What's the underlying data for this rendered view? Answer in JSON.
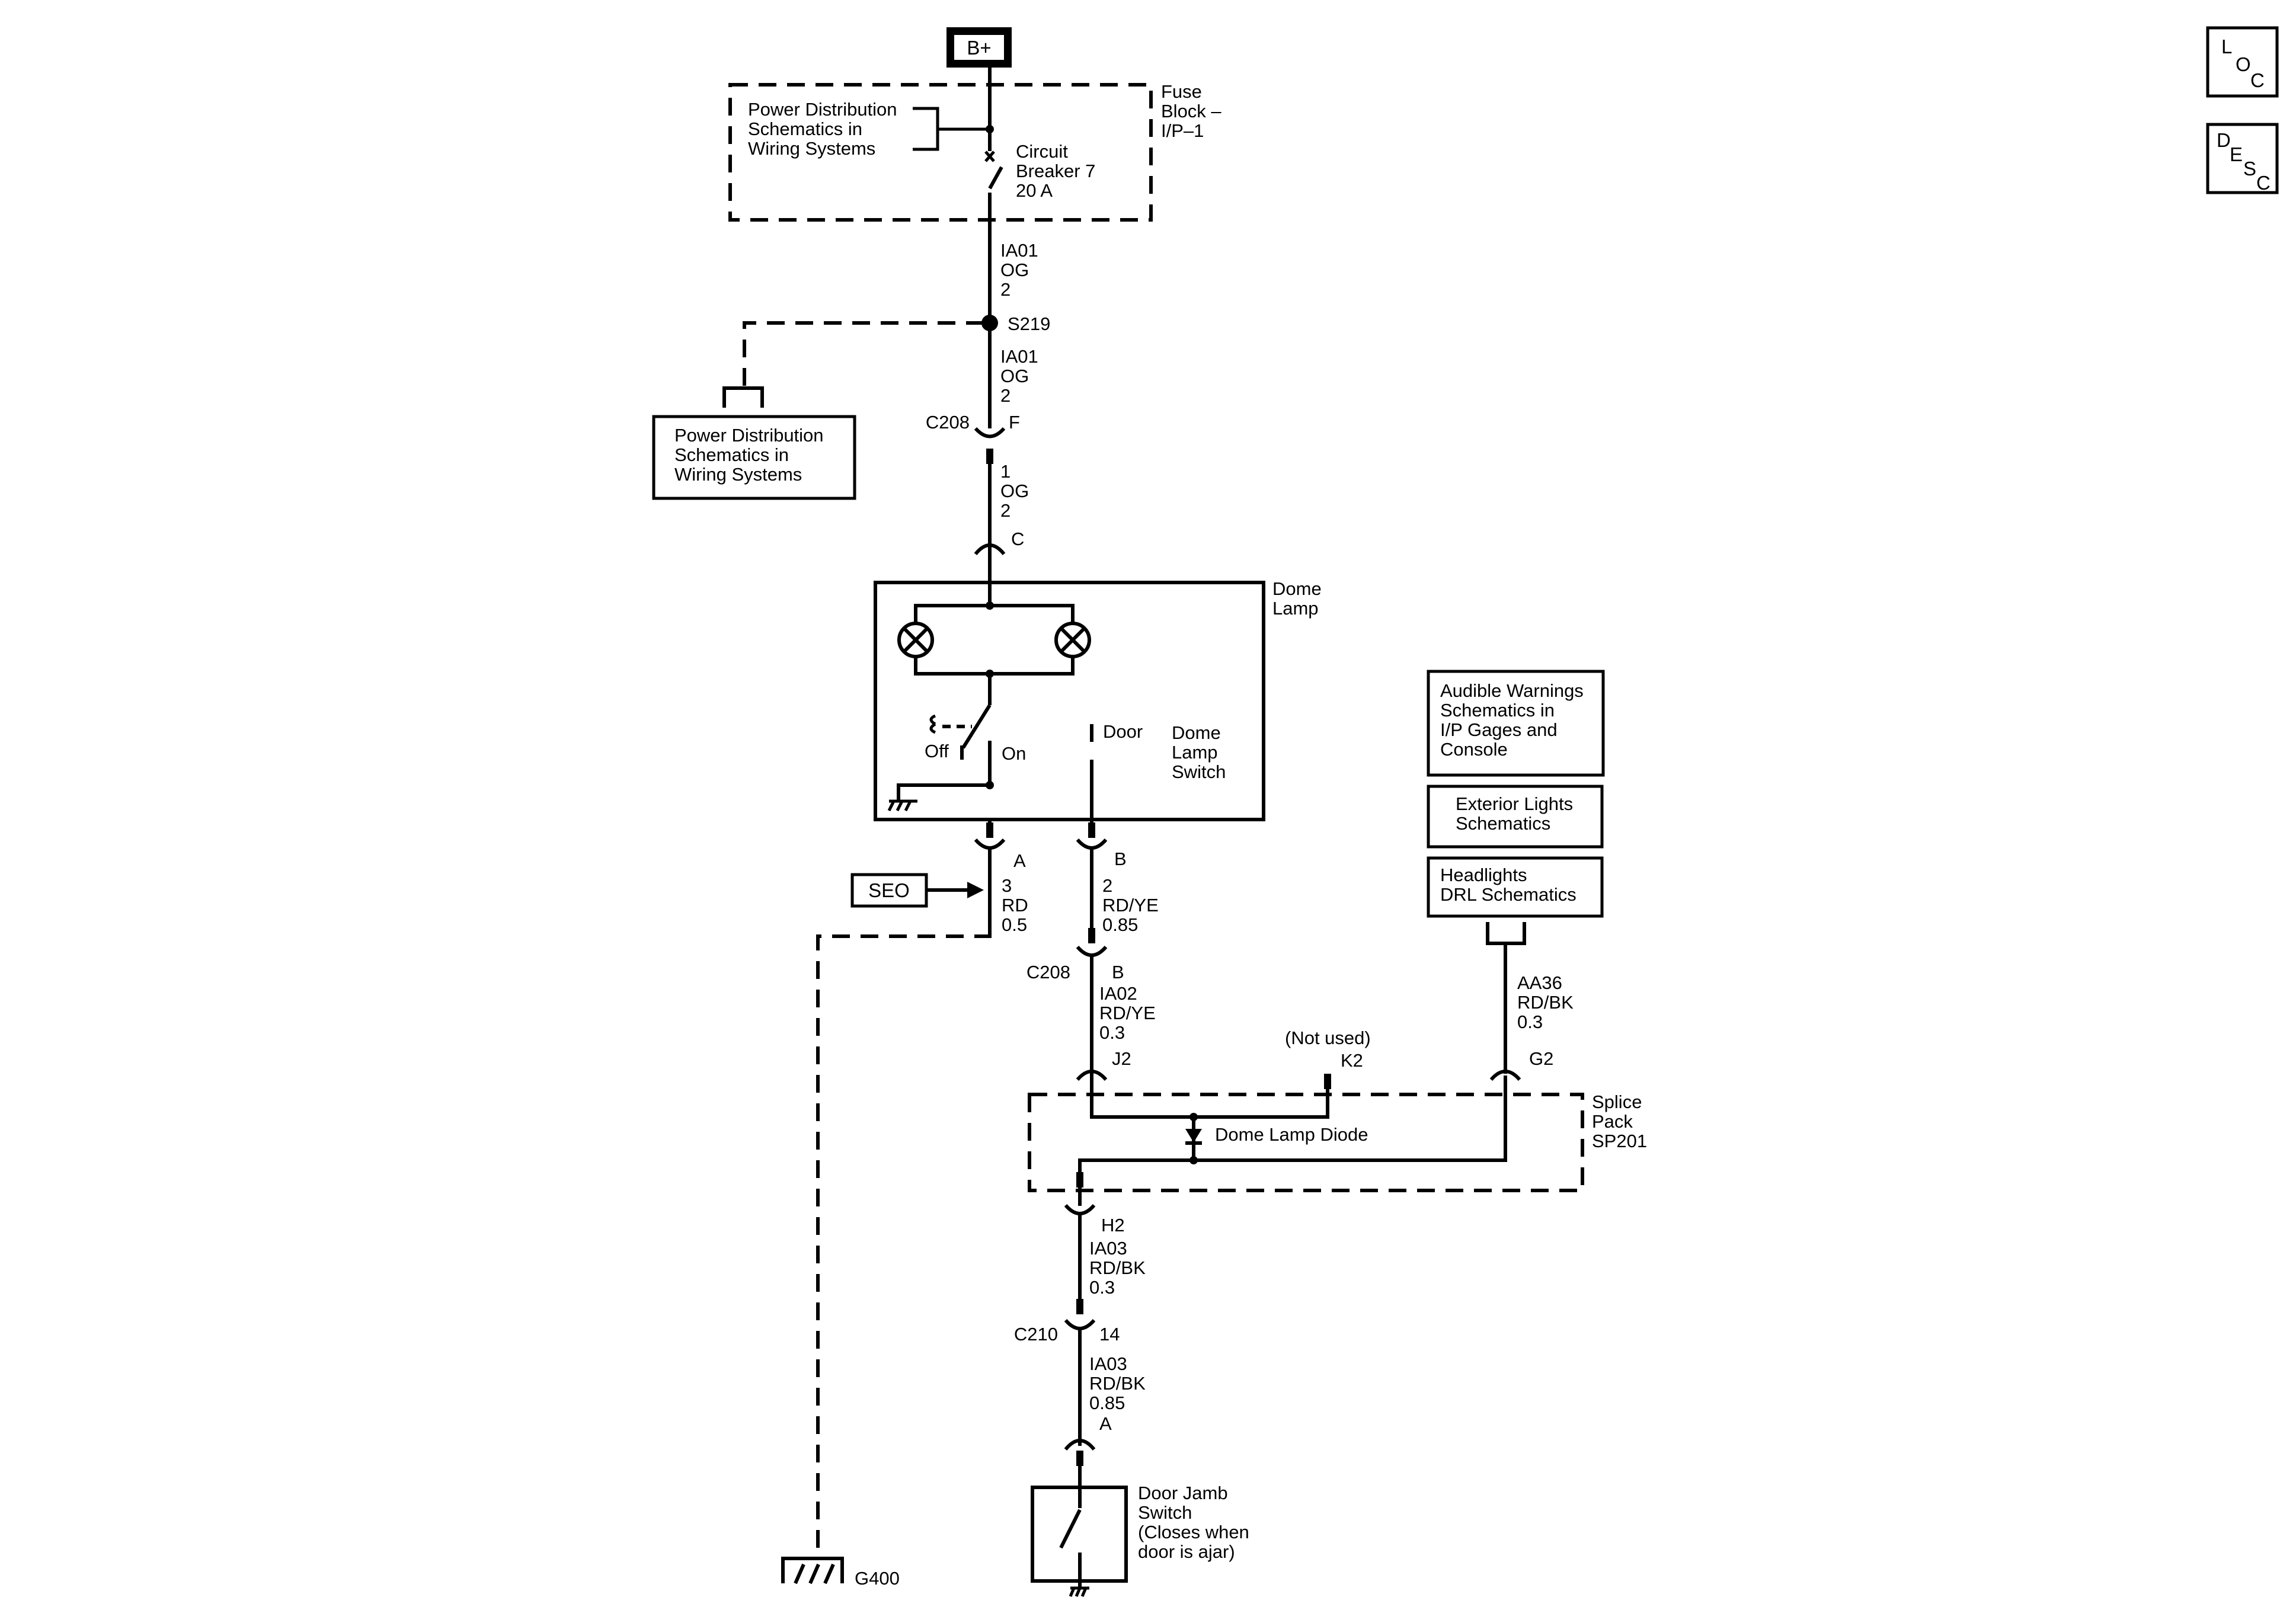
{
  "corner_buttons": {
    "loc": [
      "L",
      "O",
      "C"
    ],
    "desc": [
      "D",
      "E",
      "S",
      "C"
    ]
  },
  "power": {
    "battery": "B+"
  },
  "fuse_block": {
    "name_lines": [
      "Fuse",
      "Block –",
      "I/P–1"
    ],
    "ref_lines": [
      "Power Distribution",
      "Schematics in",
      "Wiring Systems"
    ],
    "breaker_lines": [
      "Circuit",
      "Breaker 7",
      "20 A"
    ]
  },
  "splice_s219": {
    "name": "S219",
    "wire_above": [
      "IA01",
      "OG",
      "2"
    ],
    "wire_below": [
      "IA01",
      "OG",
      "2"
    ],
    "ref_lines": [
      "Power Distribution",
      "Schematics in",
      "Wiring Systems"
    ]
  },
  "connector_c208_top": {
    "name": "C208",
    "pin": "F",
    "wire": [
      "1",
      "OG",
      "2"
    ],
    "pin_c": "C"
  },
  "dome_lamp": {
    "name_lines": [
      "Dome",
      "Lamp"
    ],
    "switch_lines": [
      "Dome",
      "Lamp",
      "Switch"
    ],
    "pos_off": "Off",
    "pos_on": "On",
    "pos_door": "Door"
  },
  "pin_a": {
    "pin": "A",
    "wire": [
      "3",
      "RD",
      "0.5"
    ]
  },
  "pin_b": {
    "pin": "B",
    "wire": [
      "2",
      "RD/YE",
      "0.85"
    ]
  },
  "seo": "SEO",
  "connector_c208_bottom": {
    "name": "C208",
    "pin": "B",
    "wire": [
      "IA02",
      "RD/YE",
      "0.3"
    ]
  },
  "splice_pack": {
    "name_lines": [
      "Splice",
      "Pack",
      "SP201"
    ],
    "pin_j2": "J2",
    "pin_k2": "K2",
    "not_used": "(Not used)",
    "pin_g2": "G2",
    "pin_h2": "H2",
    "diode": "Dome Lamp Diode"
  },
  "refs_right": {
    "audible": [
      "Audible Warnings",
      "Schematics in",
      "I/P Gages and",
      "Console"
    ],
    "exterior": [
      "Exterior Lights",
      "Schematics"
    ],
    "headlights": [
      "Headlights",
      "DRL Schematics"
    ],
    "wire": [
      "AA36",
      "RD/BK",
      "0.3"
    ]
  },
  "wire_h2": [
    "IA03",
    "RD/BK",
    "0.3"
  ],
  "connector_c210": {
    "name": "C210",
    "pin": "14",
    "wire": [
      "IA03",
      "RD/BK",
      "0.85"
    ],
    "pin_a": "A"
  },
  "door_jamb": {
    "lines": [
      "Door Jamb",
      "Switch",
      "(Closes when",
      "door is ajar)"
    ]
  },
  "ground": {
    "name": "G400"
  }
}
